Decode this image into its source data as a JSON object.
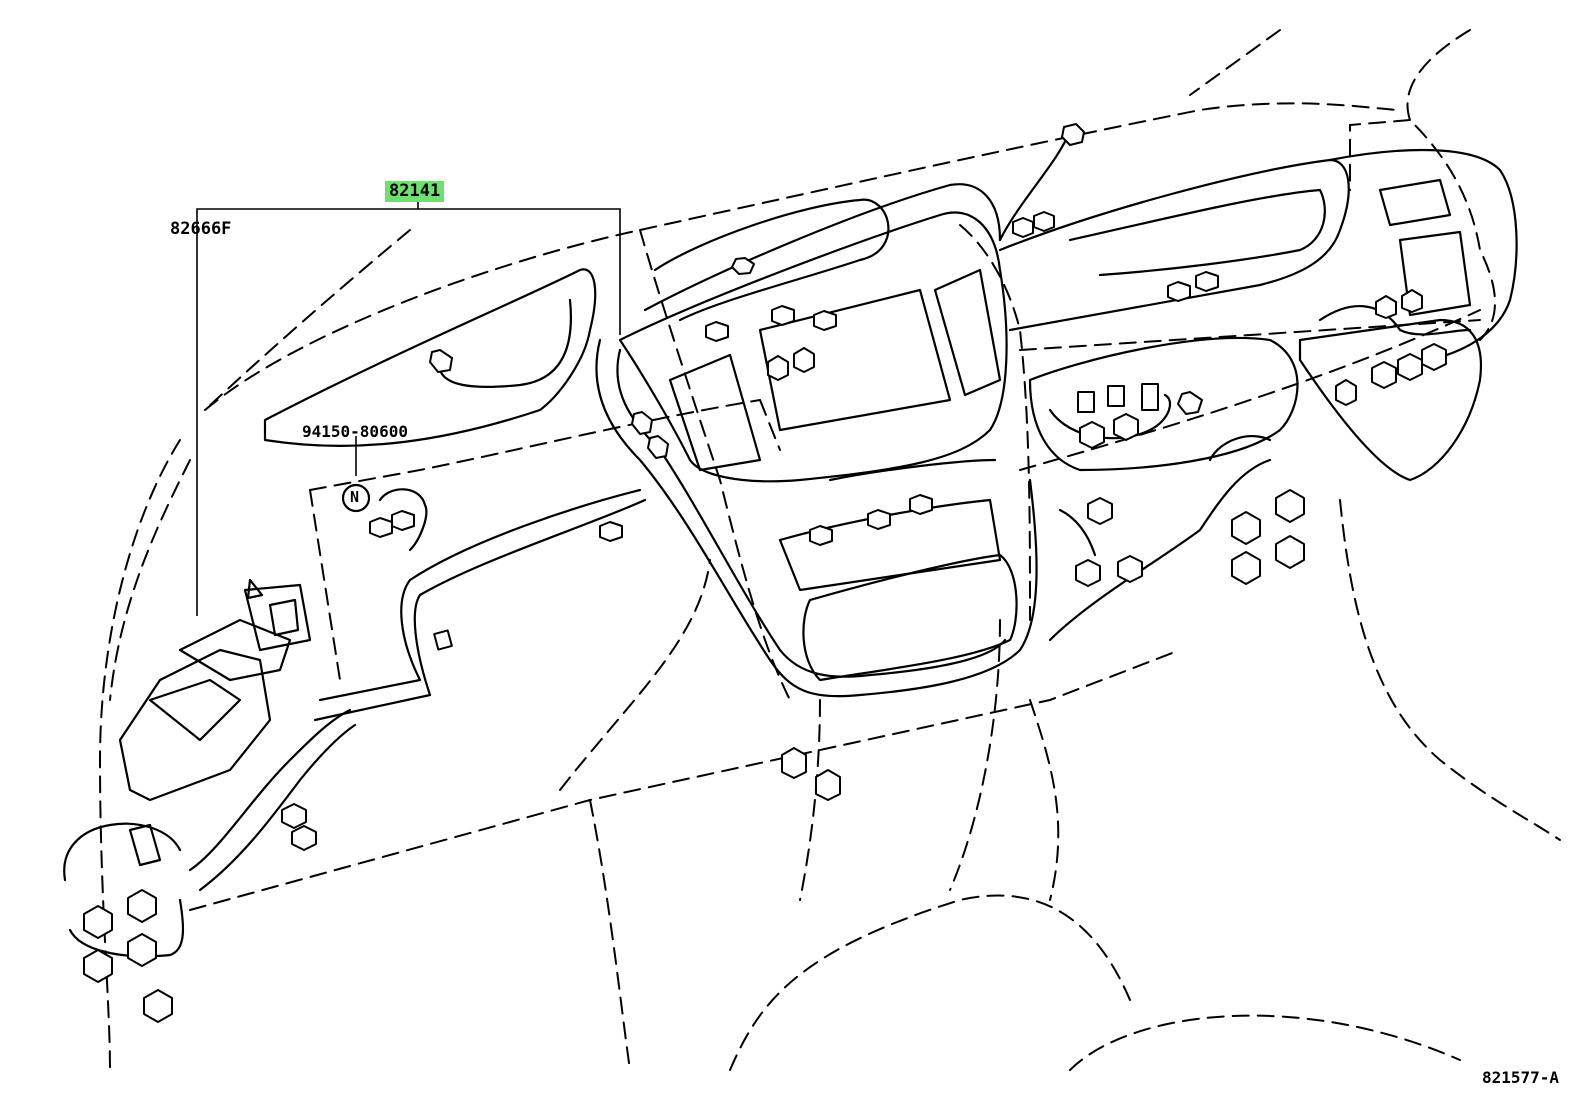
{
  "labels": {
    "main_part": "82141",
    "side_part": "82666F",
    "nut_part": "94150-80600",
    "nut_symbol": "N",
    "figure_code": "821577-A"
  },
  "colors": {
    "highlight": "#6fe06f",
    "line": "#000000",
    "background": "#ffffff"
  }
}
